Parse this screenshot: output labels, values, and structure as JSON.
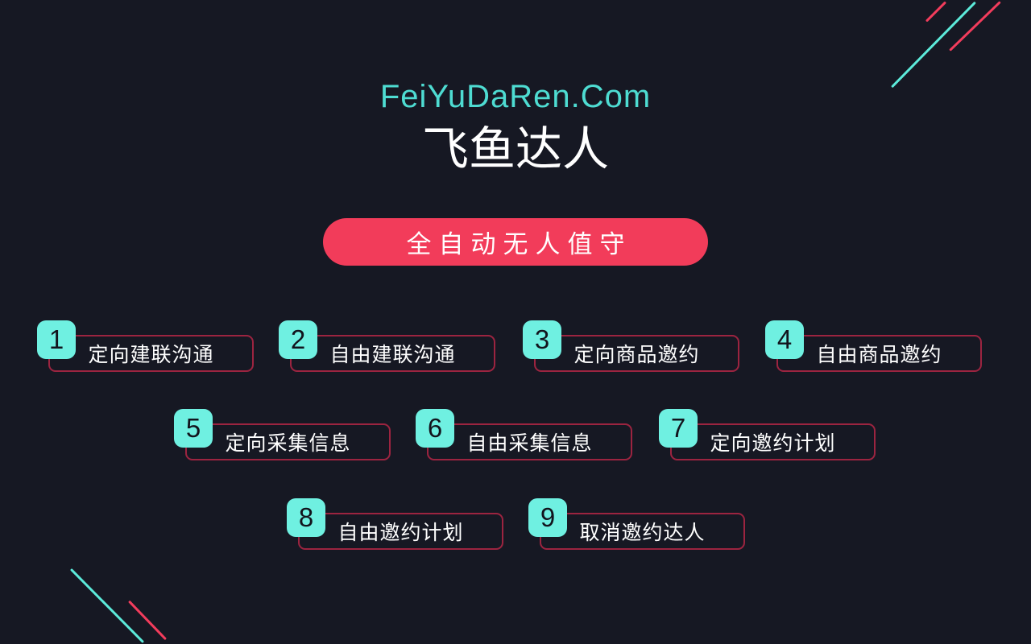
{
  "app": {
    "site_url": "FeiYuDaRen.Com",
    "title": "飞鱼达人",
    "banner_label": "全自动无人值守"
  },
  "colors": {
    "background": "#161823",
    "teal_accent": "#4EDCD2",
    "badge_teal": "#6FF0E1",
    "banner_red": "#F23C5A",
    "box_border_red": "#9C2440",
    "text_white": "#FFFFFF",
    "badge_number": "#12141D",
    "decor_teal": "#5CEADA",
    "decor_red": "#F23C5C"
  },
  "menu": {
    "items": [
      {
        "number": "1",
        "label": "定向建联沟通"
      },
      {
        "number": "2",
        "label": "自由建联沟通"
      },
      {
        "number": "3",
        "label": "定向商品邀约"
      },
      {
        "number": "4",
        "label": "自由商品邀约"
      },
      {
        "number": "5",
        "label": "定向采集信息"
      },
      {
        "number": "6",
        "label": "自由采集信息"
      },
      {
        "number": "7",
        "label": "定向邀约计划"
      },
      {
        "number": "8",
        "label": "自由邀约计划"
      },
      {
        "number": "9",
        "label": "取消邀约达人"
      }
    ]
  }
}
